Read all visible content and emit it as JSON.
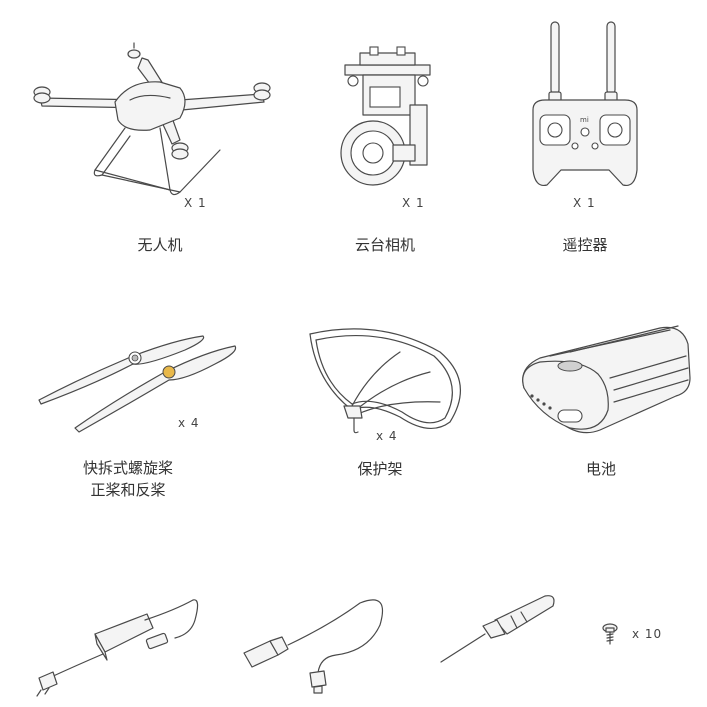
{
  "items": {
    "drone": {
      "qty": "X 1",
      "label": "无人机"
    },
    "gimbal": {
      "qty": "X 1",
      "label": "云台相机"
    },
    "remote": {
      "qty": "X 1",
      "label": "遥控器"
    },
    "propellers": {
      "qty": "x 4",
      "label_line1": "快拆式螺旋桨",
      "label_line2": "正桨和反桨"
    },
    "guard": {
      "qty": "x 4",
      "label": "保护架"
    },
    "battery": {
      "label": "电池"
    },
    "screws": {
      "qty": "x 10"
    }
  },
  "colors": {
    "line": "#4a4a4a",
    "fill": "#f4f4f4",
    "accent_yellow": "#e8b84a"
  }
}
